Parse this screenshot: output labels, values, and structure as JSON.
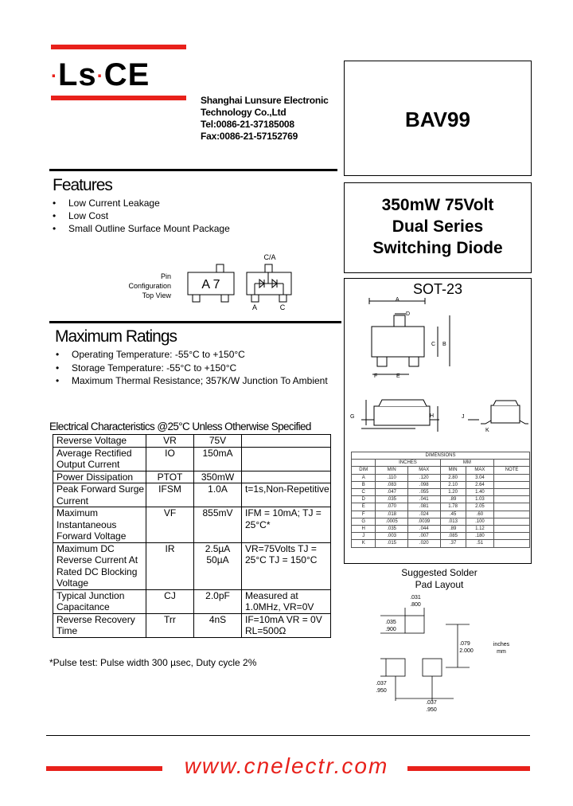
{
  "logo": {
    "text": "·Ls·CE"
  },
  "company": {
    "name1": "Shanghai Lunsure Electronic",
    "name2": "Technology Co.,Ltd",
    "tel": "Tel:0086-21-37185008",
    "fax": "Fax:0086-21-57152769"
  },
  "part_number": "BAV99",
  "description": {
    "line1": "350mW 75Volt",
    "line2": "Dual Series",
    "line3": "Switching Diode"
  },
  "features": {
    "heading": "Features",
    "items": [
      "Low Current Leakage",
      "Low Cost",
      "Small Outline Surface Mount Package"
    ]
  },
  "pin_config": {
    "label1": "Pin Configuration",
    "label2": "Top View",
    "marking": "A 7",
    "pin_top": "C/A",
    "pin_a": "A",
    "pin_c": "C"
  },
  "package": {
    "name": "SOT-23",
    "labels": {
      "a": "A",
      "b": "B",
      "c": "C",
      "d": "D",
      "e": "E",
      "f": "F",
      "g": "G",
      "h": "H",
      "j": "J",
      "k": "K"
    }
  },
  "max_ratings": {
    "heading": "Maximum Ratings",
    "items": [
      "Operating Temperature: -55°C to +150°C",
      "Storage Temperature: -55°C to +150°C",
      "Maximum Thermal Resistance; 357K/W Junction To Ambient"
    ]
  },
  "elec": {
    "heading": "Electrical Characteristics @25°C Unless Otherwise Specified",
    "rows": [
      {
        "param": "Reverse Voltage",
        "sym": "VR",
        "val": "75V",
        "cond": ""
      },
      {
        "param": "Average Rectified Output Current",
        "sym": "IO",
        "val": "150mA",
        "cond": ""
      },
      {
        "param": "Power Dissipation",
        "sym": "PTOT",
        "val": "350mW",
        "cond": ""
      },
      {
        "param": "Peak Forward Surge Current",
        "sym": "IFSM",
        "val": "1.0A",
        "cond": "t=1s,Non-Repetitive"
      },
      {
        "param": "Maximum Instantaneous Forward Voltage",
        "sym": "VF",
        "val": "855mV",
        "cond": "IFM = 10mA; TJ = 25°C*"
      },
      {
        "param": "Maximum DC Reverse Current At Rated DC Blocking Voltage",
        "sym": "IR",
        "val": "2.5µA 50µA",
        "cond": "VR=75Volts TJ = 25°C TJ = 150°C"
      },
      {
        "param": "Typical Junction Capacitance",
        "sym": "CJ",
        "val": "2.0pF",
        "cond": "Measured at 1.0MHz, VR=0V"
      },
      {
        "param": "Reverse Recovery Time",
        "sym": "Trr",
        "val": "4nS",
        "cond": "IF=10mA VR = 0V RL=500Ω"
      }
    ],
    "footnote": "*Pulse test: Pulse width 300 µsec, Duty cycle 2%"
  },
  "dimensions": {
    "title": "DIMENSIONS",
    "inches": "INCHES",
    "mm": "MM",
    "cols": [
      "DIM",
      "MIN",
      "MAX",
      "MIN",
      "MAX",
      "NOTE"
    ],
    "rows": [
      [
        "A",
        ".110",
        ".120",
        "2.80",
        "3.04",
        ""
      ],
      [
        "B",
        ".083",
        ".098",
        "2.10",
        "2.64",
        ""
      ],
      [
        "C",
        ".047",
        ".055",
        "1.20",
        "1.40",
        ""
      ],
      [
        "D",
        ".035",
        ".041",
        ".89",
        "1.03",
        ""
      ],
      [
        "E",
        ".070",
        ".081",
        "1.78",
        "2.05",
        ""
      ],
      [
        "F",
        ".018",
        ".024",
        ".45",
        ".60",
        ""
      ],
      [
        "G",
        ".0005",
        ".0039",
        ".013",
        ".100",
        ""
      ],
      [
        "H",
        ".035",
        ".044",
        ".89",
        "1.12",
        ""
      ],
      [
        "J",
        ".003",
        ".007",
        ".085",
        ".180",
        ""
      ],
      [
        "K",
        ".015",
        ".020",
        ".37",
        ".51",
        ""
      ]
    ]
  },
  "solder": {
    "title1": "Suggested Solder",
    "title2": "Pad Layout",
    "d1a": ".031",
    "d1b": ".800",
    "d2a": ".035",
    "d2b": ".900",
    "d3a": ".079",
    "d3b": "2.000",
    "d4a": ".037",
    "d4b": ".950",
    "d5a": ".037",
    "d5b": ".950",
    "units1": "inches",
    "units2": "mm"
  },
  "footer": {
    "url": "www.cnelectr.com"
  }
}
